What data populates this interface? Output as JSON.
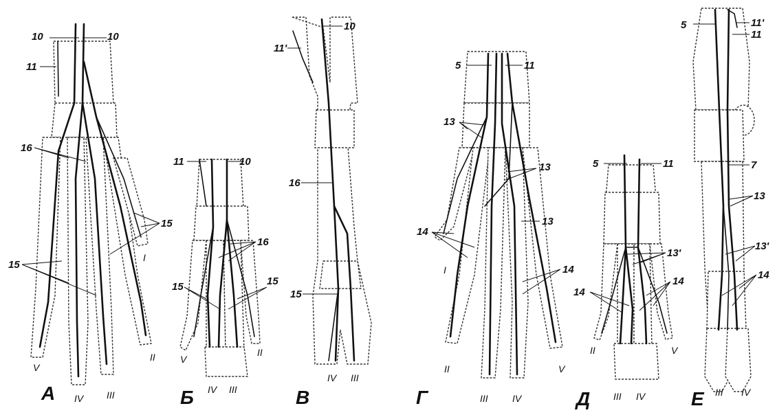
{
  "panels": [
    {
      "letter": "А",
      "digits": [
        "V",
        "IV",
        "III",
        "II",
        "I"
      ],
      "labels": [
        "10",
        "10",
        "11",
        "16",
        "15",
        "15"
      ]
    },
    {
      "letter": "Б",
      "digits": [
        "V",
        "IV",
        "III",
        "II"
      ],
      "labels": [
        "11",
        "10",
        "16",
        "15",
        "15"
      ]
    },
    {
      "letter": "В",
      "digits": [
        "IV",
        "III"
      ],
      "labels": [
        "10",
        "11'",
        "16",
        "15"
      ]
    },
    {
      "letter": "Г",
      "digits": [
        "I",
        "II",
        "III",
        "IV",
        "V"
      ],
      "labels": [
        "5",
        "11",
        "13",
        "13",
        "13",
        "14",
        "14"
      ]
    },
    {
      "letter": "Д",
      "digits": [
        "II",
        "III",
        "IV",
        "V"
      ],
      "labels": [
        "5",
        "11",
        "13'",
        "14",
        "14"
      ]
    },
    {
      "letter": "Е",
      "digits": [
        "III",
        "IV"
      ],
      "labels": [
        "5",
        "11'",
        "11",
        "7",
        "13",
        "13'",
        "14"
      ]
    }
  ]
}
